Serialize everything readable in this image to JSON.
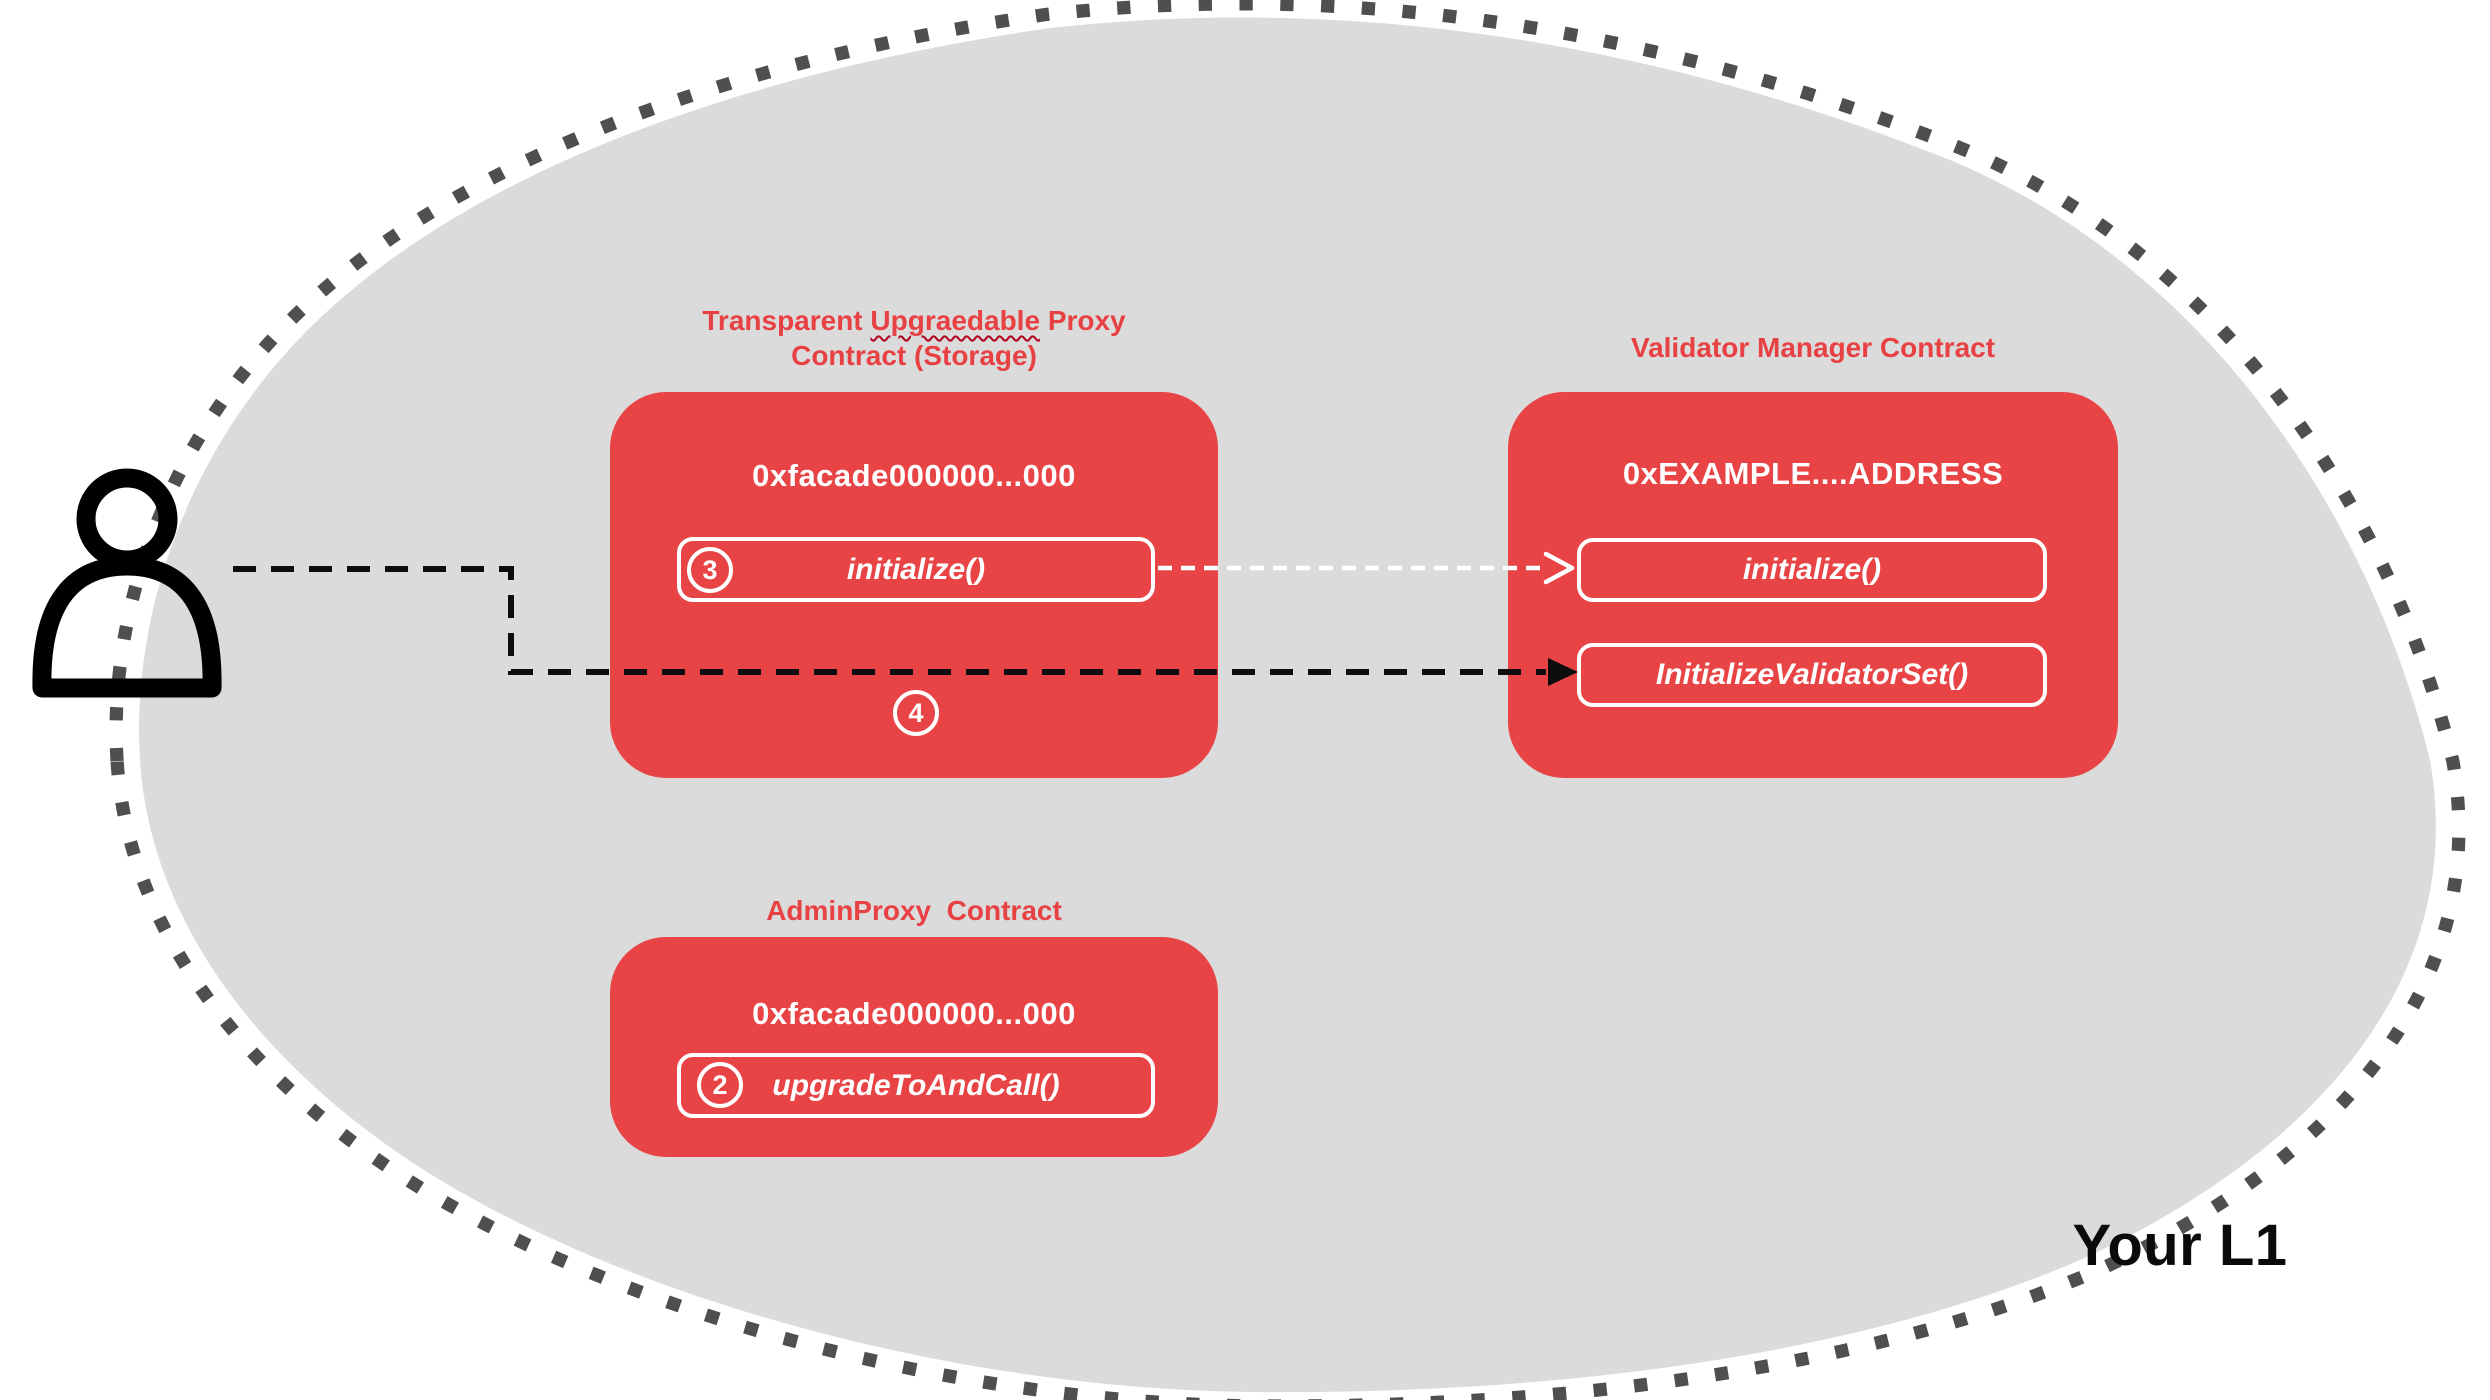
{
  "canvas": {
    "l1_label": "Your L1"
  },
  "actor": {
    "name": "user"
  },
  "proxy_contract": {
    "title_pre": "Transparent",
    "title_wavy": "Upgraedable",
    "title_post": "Proxy",
    "title_line2": "Contract (Storage)",
    "address": "0xfacade000000...000",
    "method_initialize": "initialize()",
    "step_initialize": "3",
    "step_fallthrough": "4"
  },
  "validator_contract": {
    "title": "Validator Manager Contract",
    "address": "0xEXAMPLE....ADDRESS",
    "method_initialize": "initialize()",
    "method_initialize_validator_set": "InitializeValidatorSet()"
  },
  "admin_contract": {
    "title": "AdminProxy  Contract",
    "address": "0xfacade000000...000",
    "method_upgrade": "upgradeToAndCall()",
    "step_upgrade": "2"
  },
  "colors": {
    "contract_red": "#e84446",
    "title_red": "#e84143",
    "blob_gray": "#dbdbdb",
    "dot_gray": "#4f4f4f",
    "arrow_black": "#0d0d0d",
    "arrow_white": "#ffffff"
  }
}
